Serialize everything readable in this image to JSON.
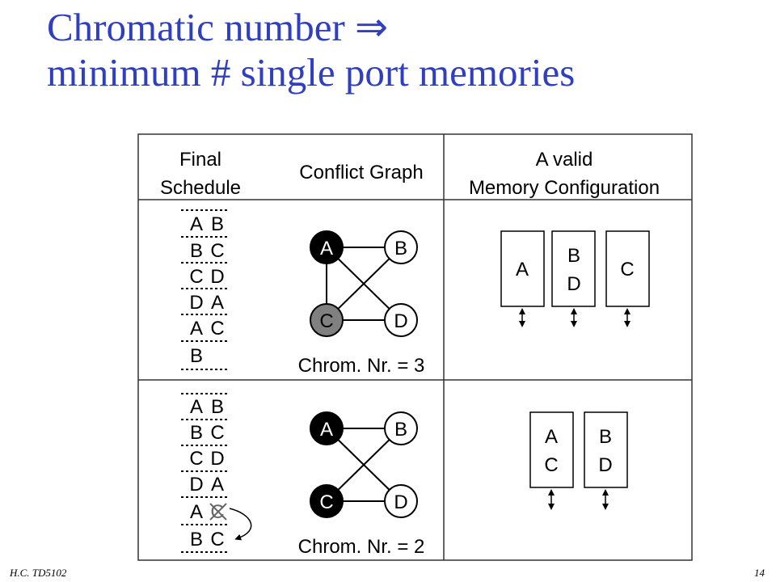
{
  "slide": {
    "title_line1": "Chromatic number ⇒",
    "title_line2": "minimum # single port memories",
    "footer_left": "H.C.   TD5102",
    "page_number": "14"
  },
  "table": {
    "headers": {
      "schedule": [
        "Final",
        "Schedule"
      ],
      "conflict_graph": "Conflict Graph",
      "memory": [
        "A valid",
        "Memory Configuration"
      ]
    },
    "rows": [
      {
        "schedule": [
          [
            "A",
            "B"
          ],
          [
            "B",
            "C"
          ],
          [
            "C",
            "D"
          ],
          [
            "D",
            "A"
          ],
          [
            "A",
            "C"
          ],
          [
            "B",
            ""
          ]
        ],
        "graph": {
          "nodes": [
            {
              "id": "A",
              "label": "A",
              "color": "#000000",
              "text_color": "#ffffff"
            },
            {
              "id": "B",
              "label": "B",
              "color": "#ffffff",
              "text_color": "#000000"
            },
            {
              "id": "C",
              "label": "C",
              "color": "#808080",
              "text_color": "#000000"
            },
            {
              "id": "D",
              "label": "D",
              "color": "#ffffff",
              "text_color": "#000000"
            }
          ],
          "edges": [
            [
              "A",
              "B"
            ],
            [
              "A",
              "C"
            ],
            [
              "A",
              "D"
            ],
            [
              "B",
              "C"
            ],
            [
              "C",
              "D"
            ]
          ],
          "caption": "Chrom. Nr. = 3"
        },
        "memories": [
          [
            "A"
          ],
          [
            "B",
            "D"
          ],
          [
            "C"
          ]
        ]
      },
      {
        "schedule": [
          [
            "A",
            "B"
          ],
          [
            "B",
            "C"
          ],
          [
            "C",
            "D"
          ],
          [
            "D",
            "A"
          ],
          [
            "A",
            "C"
          ],
          [
            "B",
            "C"
          ]
        ],
        "graph": {
          "nodes": [
            {
              "id": "A",
              "label": "A",
              "color": "#000000",
              "text_color": "#ffffff"
            },
            {
              "id": "B",
              "label": "B",
              "color": "#ffffff",
              "text_color": "#000000"
            },
            {
              "id": "C",
              "label": "C",
              "color": "#000000",
              "text_color": "#ffffff"
            },
            {
              "id": "D",
              "label": "D",
              "color": "#ffffff",
              "text_color": "#000000"
            }
          ],
          "edges": [
            [
              "A",
              "B"
            ],
            [
              "A",
              "D"
            ],
            [
              "B",
              "C"
            ],
            [
              "C",
              "D"
            ]
          ],
          "caption": "Chrom. Nr. = 2"
        },
        "memories": [
          [
            "A",
            "C"
          ],
          [
            "B",
            "D"
          ]
        ]
      }
    ]
  }
}
